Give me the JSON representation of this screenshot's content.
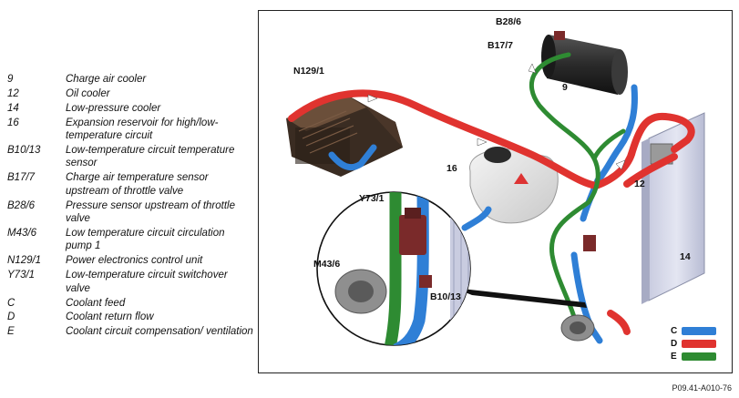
{
  "legend": [
    {
      "code": "9",
      "desc": "Charge air cooler"
    },
    {
      "code": "12",
      "desc": "Oil cooler"
    },
    {
      "code": "14",
      "desc": "Low-pressure cooler"
    },
    {
      "code": "16",
      "desc": "Expansion reservoir for high/low-temperature circuit"
    },
    {
      "code": "B10/13",
      "desc": "Low-temperature circuit temperature sensor"
    },
    {
      "code": "B17/7",
      "desc": "Charge air temperature sensor upstream of throttle valve"
    },
    {
      "code": "B28/6",
      "desc": "Pressure sensor upstream of throttle valve"
    },
    {
      "code": "M43/6",
      "desc": "Low temperature circuit circulation pump 1"
    },
    {
      "code": "N129/1",
      "desc": "Power electronics control unit"
    },
    {
      "code": "Y73/1",
      "desc": "Low-temperature circuit switchover valve"
    },
    {
      "code": "C",
      "desc": "Coolant feed"
    },
    {
      "code": "D",
      "desc": "Coolant return flow"
    },
    {
      "code": "E",
      "desc": "Coolant circuit compensation/ ventilation"
    }
  ],
  "callouts": {
    "b28_6": "B28/6",
    "b17_7": "B17/7",
    "n129_1": "N129/1",
    "c9": "9",
    "c16": "16",
    "c12": "12",
    "c14": "14",
    "y73_1": "Y73/1",
    "m43_6": "M43/6",
    "b10_13": "B10/13"
  },
  "flow_key": [
    {
      "code": "C",
      "color": "#2f7fd6"
    },
    {
      "code": "D",
      "color": "#e0332f"
    },
    {
      "code": "E",
      "color": "#2e8b32"
    }
  ],
  "reference": "P09.41-A010-76"
}
